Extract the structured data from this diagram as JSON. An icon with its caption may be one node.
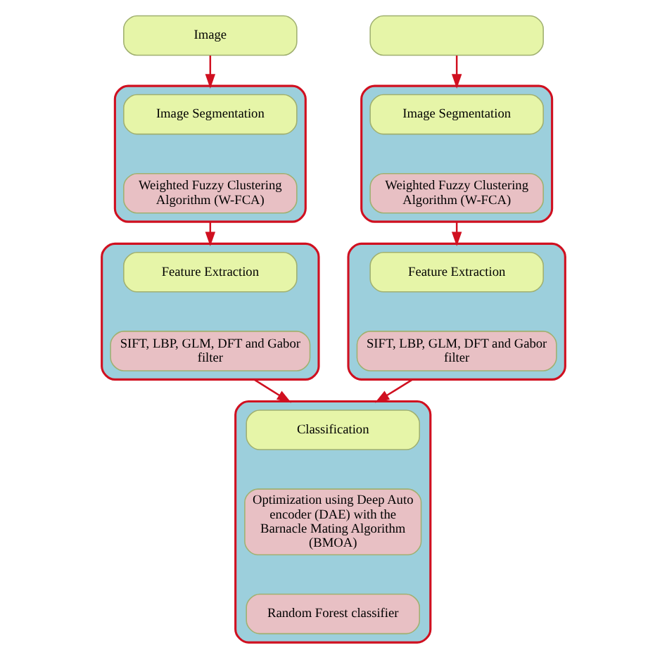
{
  "diagram": {
    "nodes": [
      {
        "text": [
          "Image"
        ]
      },
      {
        "text": [],
        "shape": "box"
      },
      {
        "text": [],
        "shape": "box"
      },
      {
        "text": [
          "Image Segmentation"
        ],
        "in": 2
      },
      {
        "text": [
          "Weighted Fuzzy Clustering Algorithm (W-FCA)"
        ],
        "in": 2
      },
      {
        "text": [],
        "shape": "box"
      },
      {
        "text": [
          "Image Segmentation"
        ],
        "in": 5
      },
      {
        "text": [
          "Weighted Fuzzy Clustering Algorithm (W-FCA)"
        ],
        "in": 5
      },
      {
        "text": [],
        "shape": "box"
      },
      {
        "text": [
          "Feature Extraction"
        ],
        "in": 8
      },
      {
        "text": [
          "SIFT, LBP, GLM, DFT and Gabor filter"
        ],
        "in": 8
      },
      {
        "text": [],
        "shape": "box"
      },
      {
        "text": [
          "Feature Extraction"
        ],
        "in": 11
      },
      {
        "text": [
          "SIFT, LBP, GLM, DFT and Gabor filter"
        ],
        "in": 11
      },
      {
        "text": [],
        "shape": "box"
      },
      {
        "text": [
          "Classification"
        ],
        "in": 14
      },
      {
        "text": [
          "Optimization using Deep Auto encoder (DAE) with the Barnacle Mating Algorithm (BMOA)"
        ],
        "in": 14
      },
      {
        "text": [
          "Random Forest classifier"
        ],
        "in": 14
      }
    ],
    "edges": [
      {
        "from": 0,
        "to": 2,
        "arrow": "to"
      },
      {
        "from": 1,
        "to": 5,
        "arrow": "to"
      },
      {
        "from": 2,
        "to": 8,
        "arrow": "to"
      },
      {
        "from": 5,
        "to": 11,
        "arrow": "to"
      },
      {
        "from": 8,
        "to": 14,
        "arrow": "to"
      },
      {
        "from": 11,
        "to": 14,
        "arrow": "to"
      }
    ]
  }
}
